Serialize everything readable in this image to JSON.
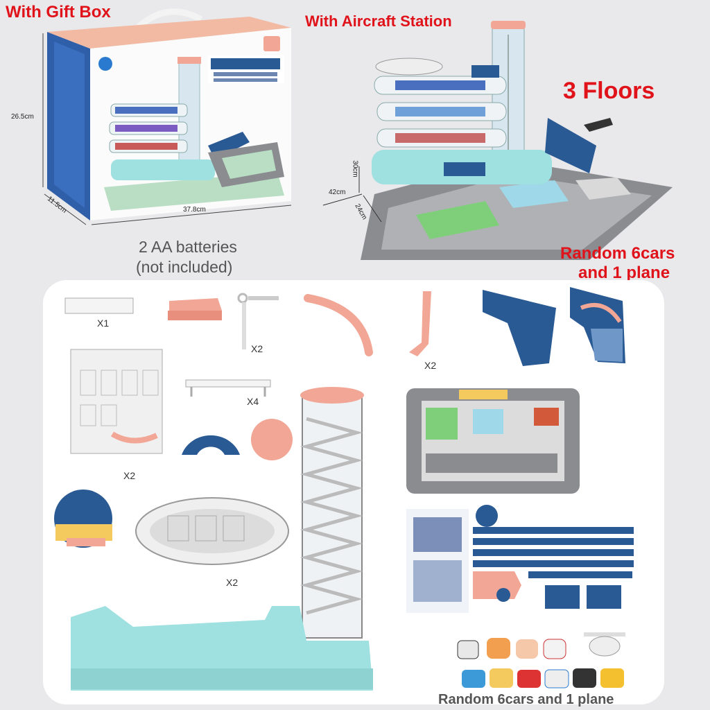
{
  "top": {
    "gift_box_label": "With Gift Box",
    "aircraft_label": "With Aircraft Station",
    "floors_label": "3 Floors",
    "batteries_line1": "2 AA batteries",
    "batteries_line2": "(not included)",
    "random_cars_line1": "Random 6cars",
    "random_cars_line2": "and 1 plane"
  },
  "dimensions": {
    "box_height": "26.5cm",
    "box_depth": "11.5cm",
    "box_width": "37.8cm",
    "set_height": "30cm",
    "set_width": "42cm",
    "set_depth": "24cm"
  },
  "parts": {
    "qty_strip": "X1",
    "qty_key": "X2",
    "qty_post": "X2",
    "qty_rail": "X4",
    "qty_wall": "X2",
    "qty_oval": "X2"
  },
  "bottom_caption": "Random 6cars and 1 plane",
  "colors": {
    "title_red": "#e0121a",
    "pink": "#f2a695",
    "navy": "#2a5a94",
    "mint": "#9fe0e0",
    "road_gray": "#8a8c90"
  }
}
